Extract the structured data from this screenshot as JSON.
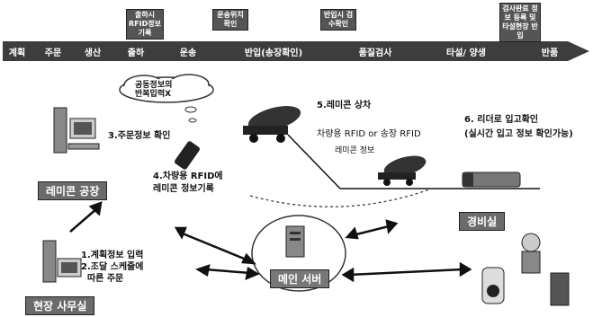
{
  "process": {
    "steps": [
      "계획",
      "주문",
      "생산",
      "출하",
      "운송",
      "반입(송장확인)",
      "품질검사",
      "타설/ 양생",
      "반품"
    ],
    "notes": [
      "출하시\n RFID정보기록",
      "운송위치\n확인",
      "반입시\n검수확인",
      "검사완료\n정보 등록 및\n타설현장 반입"
    ]
  },
  "labels": {
    "cloud": "공동정보의\n반복입력X",
    "step3": "3.주문정보 확인",
    "step4": "4.차량용 RFID에\n레미콘 정보기록",
    "step5": "5.레미콘 상차",
    "rfid": "차량용 RFID  or  송장 RFID",
    "remicon_info": "레미콘 정보",
    "step6": "6. 리더로 입고확인\n(실시간 입고 정보 확인가능)",
    "step12": "1.계획정보 입력\n2.조달 스케줄에\n  따른 주문",
    "plant": "레미콘 공장",
    "site": "현장 사무실",
    "server": "메인 서버",
    "guard": "경비실"
  },
  "colors": {
    "bar": "#3d3d3d",
    "label_bg": "#6b6b6b"
  }
}
